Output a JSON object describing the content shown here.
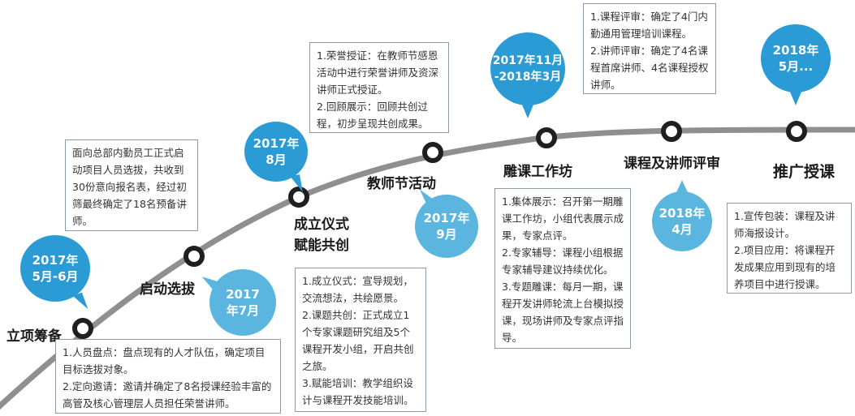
{
  "colors": {
    "bubble_dark": "#2a9bd4",
    "bubble_light": "#5ab6df",
    "curve": "#8f8f8f",
    "node": "#1f1f1f",
    "box_border": "#8a9aa8"
  },
  "stages": [
    {
      "title": "立项筹备",
      "date_line1": "2017年",
      "date_line2": "5月-6月",
      "details": [
        "1.人员盘点：盘点现有的人才队伍，确定项目目标选拔对象。",
        "2.定向邀请：邀请并确定了8名授课经验丰富的高管及核心管理层人员担任荣誉讲师。"
      ]
    },
    {
      "title": "启动选拔",
      "date_line1": "2017",
      "date_line2": "年7月",
      "details": [
        "面向总部内勤员工正式启动项目人员选拔，共收到30份意向报名表，经过初筛最终确定了18名预备讲师。"
      ]
    },
    {
      "title_line1": "成立仪式",
      "title_line2": "赋能共创",
      "date_line1": "2017年",
      "date_line2": "8月",
      "details": [
        "1.成立仪式：宣导规划，交流想法，共绘愿景。",
        "2.课题共创：正式成立1个专家课题研究组及5个课程开发小组，开启共创之旅。",
        "3.赋能培训：教学组织设计与课程开发技能培训。"
      ]
    },
    {
      "title": "教师节活动",
      "date_line1": "2017年",
      "date_line2": "9月",
      "details": [
        "1.荣誉授证：在教师节感恩活动中进行荣誉讲师及资深讲师正式授证。",
        "2.回顾展示：回顾共创过程，初步呈现共创成果。"
      ]
    },
    {
      "title": "雕课工作坊",
      "date_line1": "2017年11月",
      "date_line2": "-2018年3月",
      "details": [
        "1.集体展示：召开第一期雕课工作坊，小组代表展示成果，专家点评。",
        "2.专家辅导：课程小组根据专家辅导建议持续优化。",
        "3.专题雕课：每月一期，课程开发讲师轮流上台模拟授课，现场讲师及专家点评指导。"
      ]
    },
    {
      "title": "课程及讲师评审",
      "date_line1": "2018年",
      "date_line2": "4月",
      "details": [
        "1.课程评审：确定了4门内勤通用管理培训课程。",
        "2.讲师评审：确定了4名课程首席讲师、4名课程授权讲师。"
      ]
    },
    {
      "title": "推广授课",
      "date_line1": "2018年",
      "date_line2": "5月...",
      "details": [
        "1.宣传包装：课程及讲师海报设计。",
        "2.项目应用：将课程开发成果应用到现有的培养项目中进行授课。"
      ]
    }
  ]
}
